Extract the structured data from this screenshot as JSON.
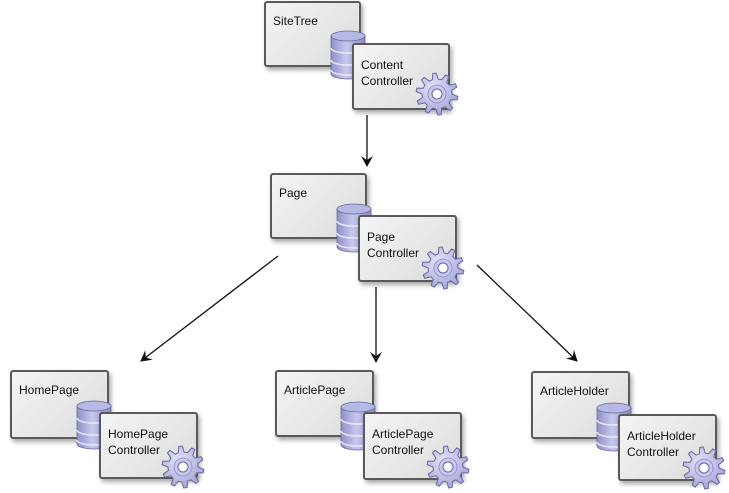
{
  "diagram": {
    "title": "",
    "nodes": [
      {
        "id": "sitetree",
        "model_label": "SiteTree",
        "controller_label": "Content\nController"
      },
      {
        "id": "page",
        "model_label": "Page",
        "controller_label": "Page\nController"
      },
      {
        "id": "homepage",
        "model_label": "HomePage",
        "controller_label": "HomePage\nController"
      },
      {
        "id": "articlepage",
        "model_label": "ArticlePage",
        "controller_label": "ArticlePage\nController"
      },
      {
        "id": "articleholder",
        "model_label": "ArticleHolder",
        "controller_label": "ArticleHolder\nController"
      }
    ],
    "edges": [
      {
        "from": "sitetree",
        "to": "page"
      },
      {
        "from": "page",
        "to": "homepage"
      },
      {
        "from": "page",
        "to": "articlepage"
      },
      {
        "from": "page",
        "to": "articleholder"
      }
    ],
    "icons": {
      "model": "database-icon",
      "controller": "gear-icon"
    },
    "colors": {
      "box_border": "#5a5a5a",
      "box_fill": "#e8e8e8",
      "icon_fill": "#b4b4e2",
      "icon_outline": "#6868a0",
      "arrow": "#111111"
    }
  }
}
